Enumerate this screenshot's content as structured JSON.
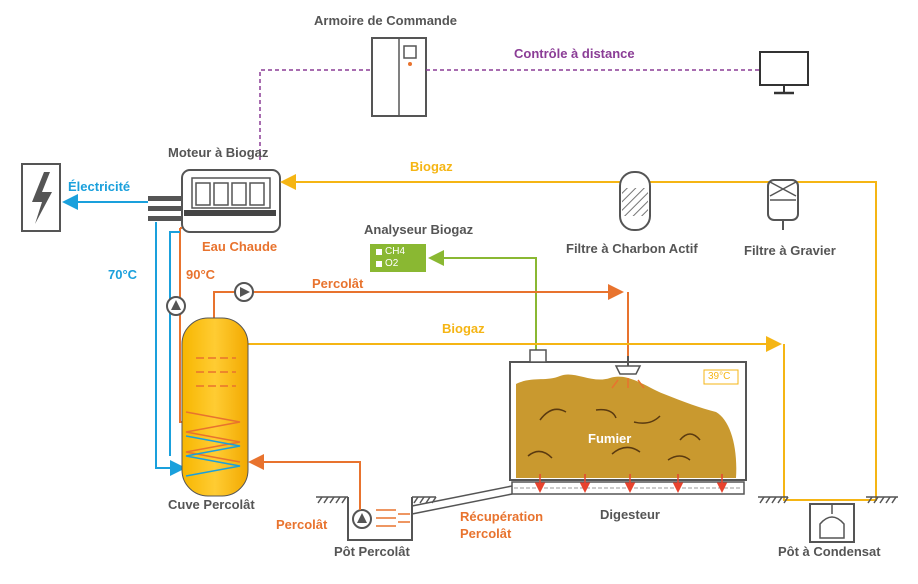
{
  "labels": {
    "cabinet": "Armoire de Commande",
    "remote": "Contrôle à distance",
    "engine": "Moteur à Biogaz",
    "electricity": "Électricité",
    "hot_water": "Eau Chaude",
    "biogas_top": "Biogaz",
    "biogas_mid": "Biogaz",
    "charcoal_filter": "Filtre à Charbon Actif",
    "gravel_filter": "Filtre à Gravier",
    "analyzer": "Analyseur Biogaz",
    "ch4": "CH4",
    "o2": "O2",
    "temp_70": "70°C",
    "temp_90": "90°C",
    "percolate_top": "Percolât",
    "temp_39": "39°C",
    "manure": "Fumier",
    "percolate_tank": "Cuve Percolât",
    "percolate_left": "Percolât",
    "percolate_pot": "Pôt Percolât",
    "recovery_line1": "Récupération",
    "recovery_line2": "Percolât",
    "digester": "Digesteur",
    "condensate_pot": "Pôt à Condensat"
  },
  "colors": {
    "biogas": "#f5b514",
    "hot_water": "#e8732e",
    "cold_water": "#1aa0dc",
    "control": "#8b3d96",
    "analysis": "#8ab832",
    "equipment": "#555555",
    "manure": "#c9992f"
  }
}
